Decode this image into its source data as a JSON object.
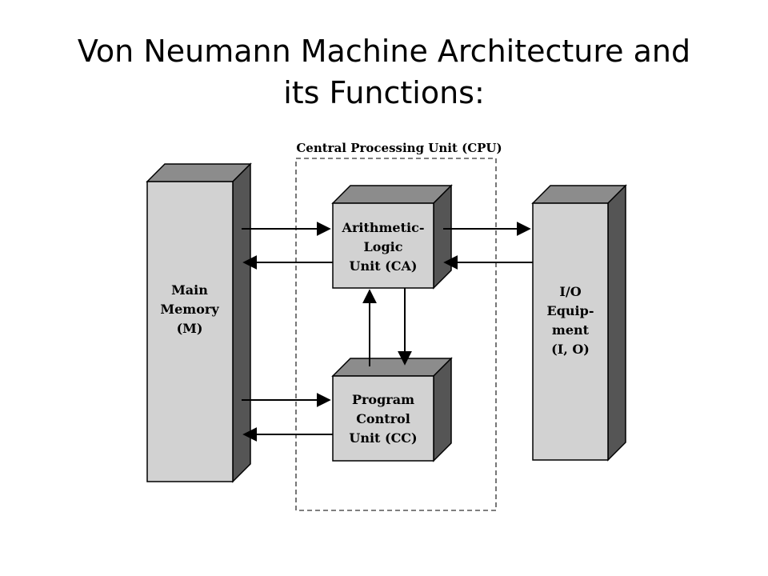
{
  "slide": {
    "title_line1": "Von Neumann Machine  Architecture and",
    "title_line2": "its Functions:"
  },
  "diagram": {
    "cpu_label": "Central Processing Unit (CPU)",
    "main_memory": [
      "Main",
      "Memory",
      "(M)"
    ],
    "alu": [
      "Arithmetic-",
      "Logic",
      "Unit (CA)"
    ],
    "pcu": [
      "Program",
      "Control",
      "Unit (CC)"
    ],
    "io": [
      "I/O",
      "Equip-",
      "ment",
      "(I, O)"
    ]
  },
  "colors": {
    "box_front": "#d2d2d2",
    "box_top": "#8c8c8c",
    "box_side": "#555555",
    "stroke": "#000000"
  }
}
